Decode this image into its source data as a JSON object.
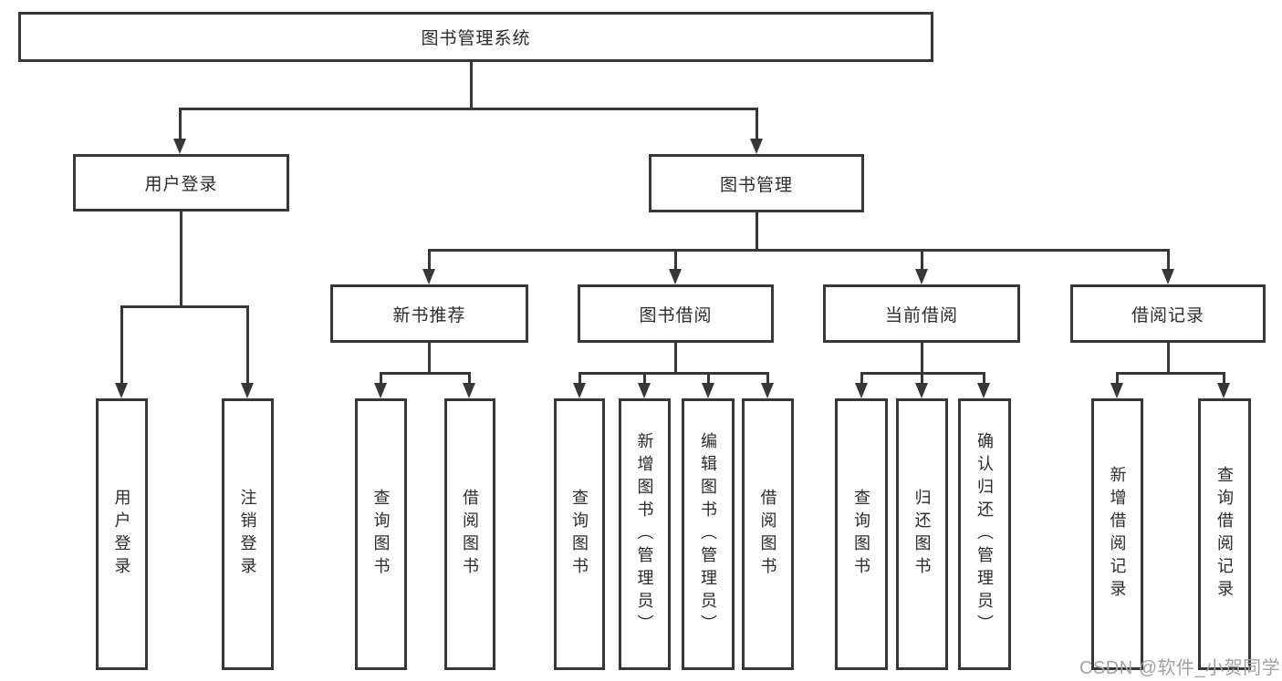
{
  "diagram_title": "图书管理系统",
  "tree": {
    "root": {
      "label": "图书管理系统",
      "children": [
        {
          "label": "用户登录",
          "children": [
            {
              "label": "用户登录"
            },
            {
              "label": "注销登录"
            }
          ]
        },
        {
          "label": "图书管理",
          "children": [
            {
              "label": "新书推荐",
              "children": [
                {
                  "label": "查询图书"
                },
                {
                  "label": "借阅图书"
                }
              ]
            },
            {
              "label": "图书借阅",
              "children": [
                {
                  "label": "查询图书"
                },
                {
                  "label": "新增图书（管理员）"
                },
                {
                  "label": "编辑图书（管理员）"
                },
                {
                  "label": "借阅图书"
                }
              ]
            },
            {
              "label": "当前借阅",
              "children": [
                {
                  "label": "查询图书"
                },
                {
                  "label": "归还图书"
                },
                {
                  "label": "确认归还（管理员）"
                }
              ]
            },
            {
              "label": "借阅记录",
              "children": [
                {
                  "label": "新增借阅记录"
                },
                {
                  "label": "查询借阅记录"
                }
              ]
            }
          ]
        }
      ]
    }
  },
  "watermark": {
    "text": "CSDN @软件_小贺同学"
  },
  "colors": {
    "line": "#373737",
    "text": "#2b2b2b",
    "watermark": "#a2a2a2",
    "background": "#ffffff"
  }
}
